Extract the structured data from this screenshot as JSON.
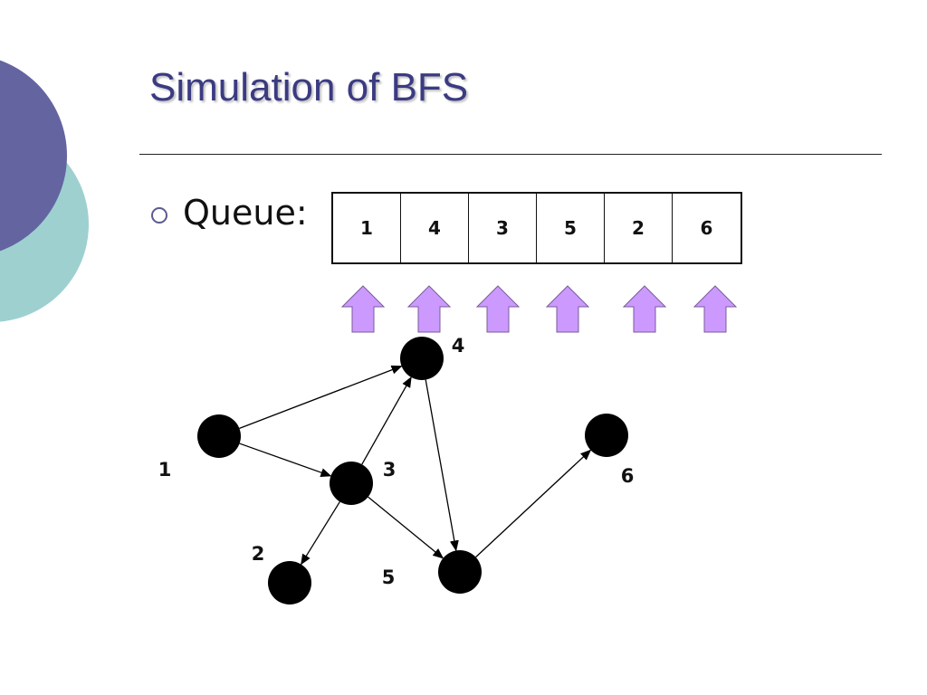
{
  "slide": {
    "title": "Simulation of BFS"
  },
  "queue": {
    "label": "Queue:",
    "items": [
      "1",
      "4",
      "3",
      "5",
      "2",
      "6"
    ]
  },
  "graph": {
    "nodes": [
      {
        "id": "1",
        "label": "1"
      },
      {
        "id": "2",
        "label": "2"
      },
      {
        "id": "3",
        "label": "3"
      },
      {
        "id": "4",
        "label": "4"
      },
      {
        "id": "5",
        "label": "5"
      },
      {
        "id": "6",
        "label": "6"
      }
    ],
    "edges": [
      {
        "from": "1",
        "to": "4"
      },
      {
        "from": "1",
        "to": "3"
      },
      {
        "from": "3",
        "to": "4"
      },
      {
        "from": "3",
        "to": "2"
      },
      {
        "from": "3",
        "to": "5"
      },
      {
        "from": "4",
        "to": "5"
      },
      {
        "from": "5",
        "to": "6"
      }
    ]
  },
  "colors": {
    "title": "#3b3b82",
    "deco_purple": "#6464a0",
    "deco_teal": "#9ed0d0",
    "arrow_fill": "#cc99ff",
    "node": "#000000"
  }
}
